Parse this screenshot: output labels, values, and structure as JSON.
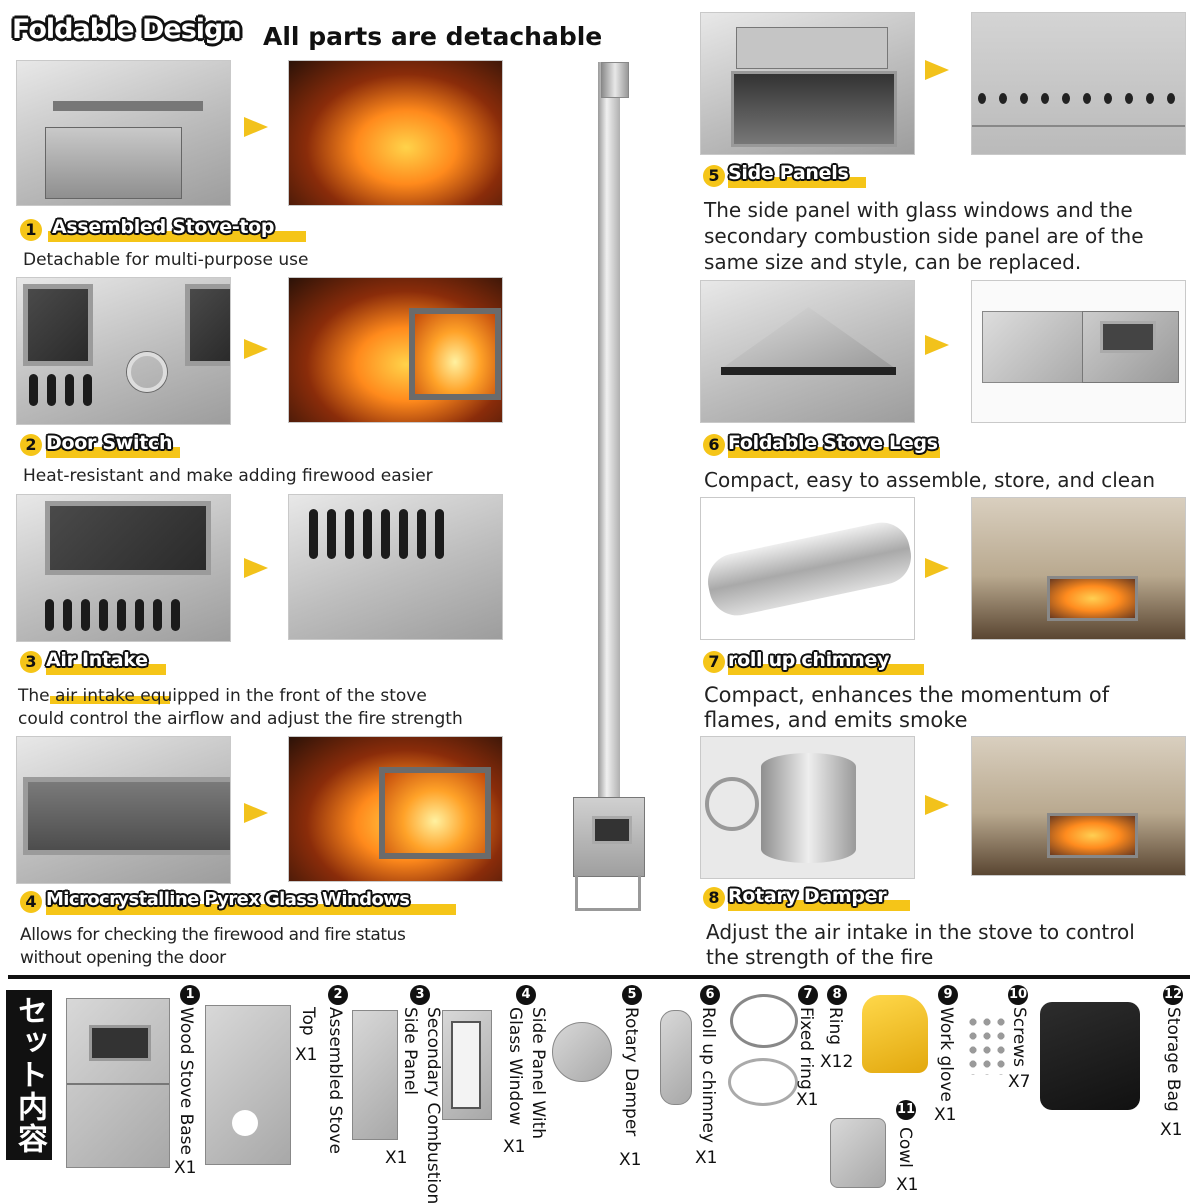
{
  "header": {
    "title": "Foldable Design",
    "subtitle": "All parts are detachable"
  },
  "features": [
    {
      "num": "1",
      "title": "Assembled Stove-top",
      "desc": "Detachable for multi-purpose use"
    },
    {
      "num": "2",
      "title": "Door Switch",
      "desc": "Heat-resistant and make adding firewood easier"
    },
    {
      "num": "3",
      "title": "Air Intake",
      "desc_line1": "The air intake equipped in the front of the stove",
      "desc_line2": "could control the airflow and adjust the fire strength"
    },
    {
      "num": "4",
      "title": "Microcrystalline Pyrex Glass Windows",
      "desc_line1": "Allows for checking the firewood and fire status",
      "desc_line2": "without opening the door"
    },
    {
      "num": "5",
      "title": "Side Panels",
      "desc_line1": "The side panel with glass windows and the",
      "desc_line2": "secondary combustion side panel are of the",
      "desc_line3": "same size and style, can be replaced."
    },
    {
      "num": "6",
      "title": "Foldable Stove Legs",
      "desc": "Compact, easy to assemble, store, and clean"
    },
    {
      "num": "7",
      "title": "roll up chimney",
      "desc_line1": "Compact, enhances the momentum of",
      "desc_line2": "flames, and emits smoke"
    },
    {
      "num": "8",
      "title": "Rotary Damper",
      "desc_line1": "Adjust the air intake in the stove to control",
      "desc_line2": "the strength of the fire"
    }
  ],
  "package": {
    "label": "セット内容",
    "items": [
      {
        "num": "1",
        "name": "Wood Stove Base",
        "qty": "X1"
      },
      {
        "num": "2",
        "name_line1": "Assembled Stove",
        "name_line2": "Top",
        "qty": "X1"
      },
      {
        "num": "3",
        "name_line1": "Secondary Combustion",
        "name_line2": "Side Panel",
        "qty": "X1"
      },
      {
        "num": "4",
        "name_line1": "Side Panel With",
        "name_line2": "Glass Window",
        "qty": "X1"
      },
      {
        "num": "5",
        "name": "Rotary Damper",
        "qty": "X1"
      },
      {
        "num": "6",
        "name": "Roll up chimney",
        "qty": "X1"
      },
      {
        "num": "7",
        "name": "Fixed ring",
        "qty": "X1"
      },
      {
        "num": "8",
        "name": "Ring",
        "qty": "X12"
      },
      {
        "num": "9",
        "name": "Work glove",
        "qty": "X1"
      },
      {
        "num": "10",
        "name": "Screws",
        "qty": "X7"
      },
      {
        "num": "11",
        "name": "Cowl",
        "qty": "X1"
      },
      {
        "num": "12",
        "name": "Storage Bag",
        "qty": "X1"
      }
    ]
  },
  "colors": {
    "accent": "#f5c518",
    "text": "#222222",
    "divider": "#111111"
  },
  "icons": {
    "arrow": "arrow-right-icon"
  }
}
